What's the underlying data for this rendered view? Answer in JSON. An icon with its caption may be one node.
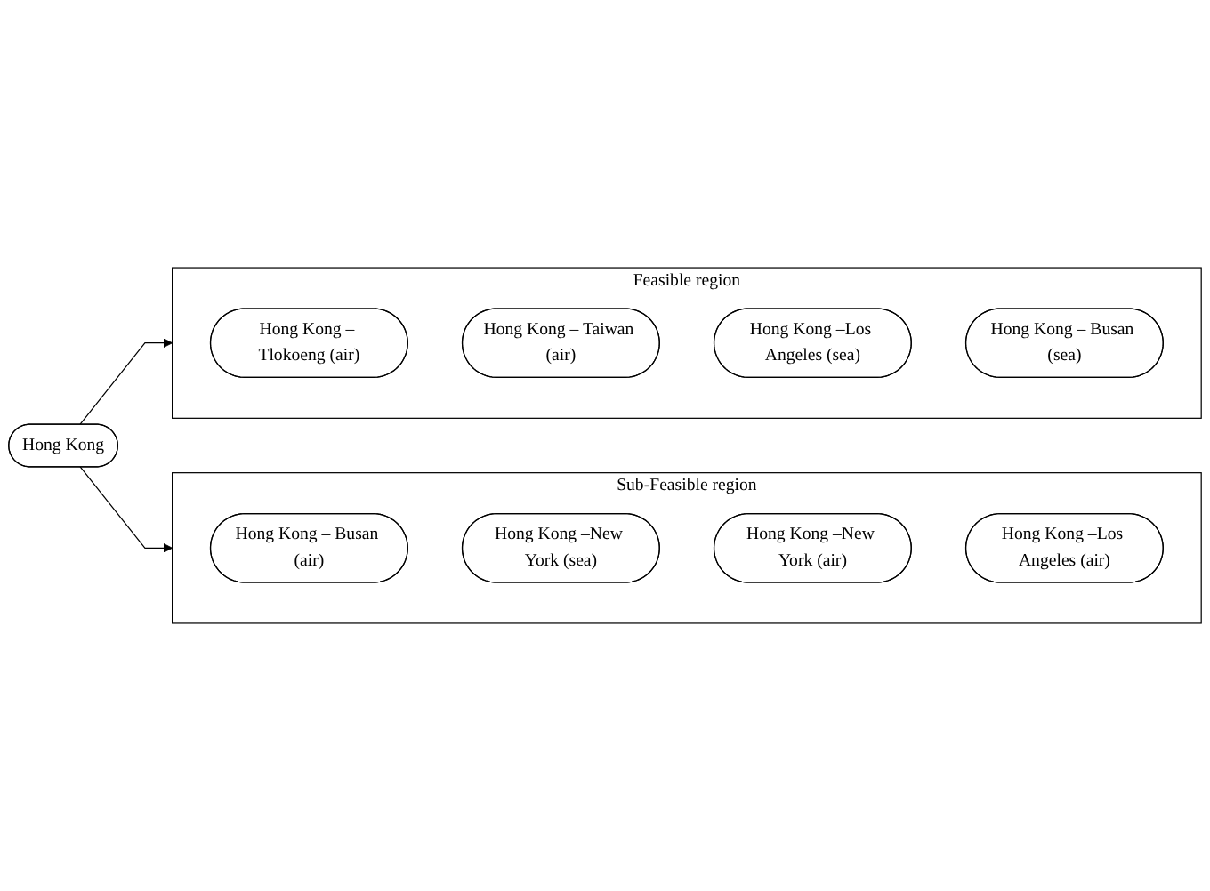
{
  "diagram": {
    "nodes": [
      {
        "text": [
          "Hong Kong"
        ]
      },
      {
        "text": [
          "Feasible region"
        ]
      },
      {
        "text": [
          "Hong Kong – Tlokoeng (air)"
        ],
        "in": 1
      },
      {
        "text": [
          "Hong Kong – Taiwan (air)"
        ],
        "in": 1
      },
      {
        "text": [
          "Hong Kong –Los Angeles (sea)"
        ],
        "in": 1
      },
      {
        "text": [
          "Hong Kong – Busan (sea)"
        ],
        "in": 1
      },
      {
        "text": [
          "Sub-Feasible region"
        ]
      },
      {
        "text": [
          "Hong Kong – Busan (air)"
        ],
        "in": 6
      },
      {
        "text": [
          "Hong Kong –New York (sea)"
        ],
        "in": 6
      },
      {
        "text": [
          "Hong Kong –New York (air)"
        ],
        "in": 6
      },
      {
        "text": [
          "Hong Kong –Los Angeles (air)"
        ],
        "in": 6
      }
    ],
    "edges": [
      {
        "from": 0,
        "to": 1,
        "arrow": "to"
      },
      {
        "from": 0,
        "to": 6,
        "arrow": "to"
      }
    ]
  }
}
